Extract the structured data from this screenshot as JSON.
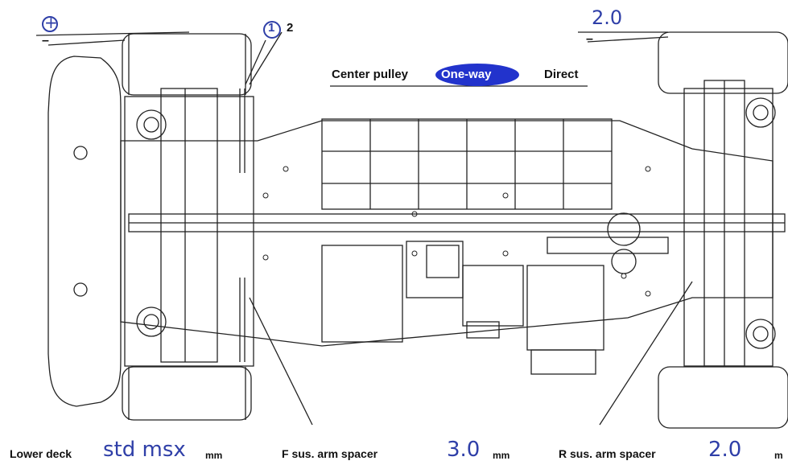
{
  "title_marks": {
    "front_camber_plus": "+",
    "front_camber_minus": "–",
    "rear_camber_value": "2.0",
    "rear_camber_minus": "–",
    "link_position_1": "1",
    "link_position_2": "2"
  },
  "center_pulley": {
    "label": "Center pulley",
    "option_oneway": "One-way",
    "option_direct": "Direct",
    "selected": "One-way"
  },
  "bottom_fields": {
    "lower_deck_label": "Lower deck",
    "lower_deck_value": "std msx",
    "lower_deck_unit": "mm",
    "f_spacer_label": "F sus. arm spacer",
    "f_spacer_value": "3.0",
    "f_spacer_unit": "mm",
    "r_spacer_label": "R sus. arm spacer",
    "r_spacer_value": "2.0",
    "r_spacer_unit": "m"
  },
  "colors": {
    "ink": "#111111",
    "handwriting": "#2f3fa8",
    "selection_fill": "#2233cc"
  }
}
